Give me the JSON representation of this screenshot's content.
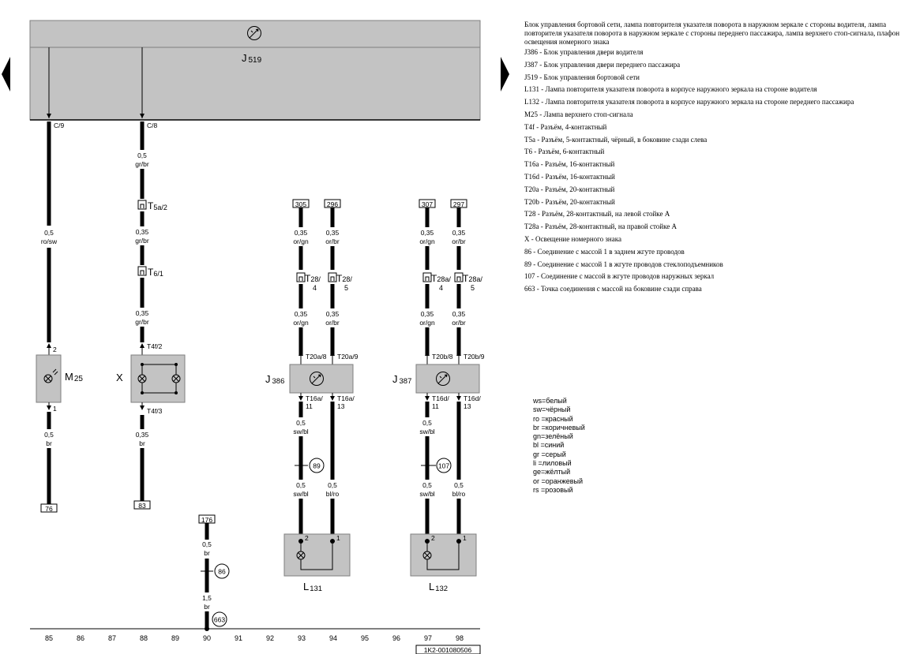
{
  "control_unit": {
    "prefix": "J",
    "num": "519"
  },
  "wires_top": [
    {
      "pin": "C/9",
      "gauge": "0,5",
      "color": "ro/sw"
    },
    {
      "pin": "C/8",
      "gauge": "0,5",
      "color": "gr/br"
    }
  ],
  "m25_circuit": {
    "connector_top": "2",
    "connector_bottom": "1",
    "label": {
      "prefix": "M",
      "num": "25"
    },
    "lower_gauge": "0,5",
    "lower_color": "br",
    "ref": "76"
  },
  "x_circuit": {
    "t5a": {
      "prefix": "T",
      "num": "5a/2"
    },
    "mid_gauge": "0,35",
    "mid_color": "gr/br",
    "t6": {
      "prefix": "T",
      "num": "6/1"
    },
    "low_gauge": "0,35",
    "low_color": "gr/br",
    "pin_top": "T4f/2",
    "label": "X",
    "pin_bottom": "T4f/3",
    "bottom_gauge": "0,35",
    "bottom_color": "br",
    "ref": "83"
  },
  "ground": {
    "ref": "176",
    "gauge1": "0,5",
    "color1": "br",
    "node": "86",
    "gauge2": "1,5",
    "color2": "br",
    "point": "663"
  },
  "door_left": {
    "refs": [
      "305",
      "296"
    ],
    "w1": {
      "gauge": "0,35",
      "color": "or/gn"
    },
    "w2": {
      "gauge": "0,35",
      "color": "or/br"
    },
    "conn1": {
      "prefix": "T",
      "num1": "28/",
      "num2": "4"
    },
    "conn2": {
      "prefix": "T",
      "num1": "28/",
      "num2": "5"
    },
    "w3": {
      "gauge": "0,35",
      "color": "or/gn"
    },
    "w4": {
      "gauge": "0,35",
      "color": "or/br"
    },
    "pin1": "T20a/8",
    "pin2": "T20a/9",
    "unit": {
      "prefix": "J",
      "num": "386"
    },
    "pin3": {
      "a": "T16a/",
      "b": "11"
    },
    "pin4": {
      "a": "T16a/",
      "b": "13"
    },
    "w5": {
      "gauge": "0,5",
      "color": "sw/bl"
    },
    "node": "89",
    "w6": {
      "gauge": "0,5",
      "color": "sw/bl"
    },
    "w7": {
      "gauge": "0,5",
      "color": "bl/ro"
    },
    "lamp_pin1": "2",
    "lamp_pin2": "1",
    "lamp": {
      "prefix": "L",
      "num": "131"
    }
  },
  "door_right": {
    "refs": [
      "307",
      "297"
    ],
    "w1": {
      "gauge": "0,35",
      "color": "or/gn"
    },
    "w2": {
      "gauge": "0,35",
      "color": "or/br"
    },
    "conn1": {
      "prefix": "T",
      "num1": "28a/",
      "num2": "4"
    },
    "conn2": {
      "prefix": "T",
      "num1": "28a/",
      "num2": "5"
    },
    "w3": {
      "gauge": "0,35",
      "color": "or/gn"
    },
    "w4": {
      "gauge": "0,35",
      "color": "or/br"
    },
    "pin1": "T20b/8",
    "pin2": "T20b/9",
    "unit": {
      "prefix": "J",
      "num": "387"
    },
    "pin3": {
      "a": "T16d/",
      "b": "11"
    },
    "pin4": {
      "a": "T16d/",
      "b": "13"
    },
    "w5": {
      "gauge": "0,5",
      "color": "sw/bl"
    },
    "node": "107",
    "w6": {
      "gauge": "0,5",
      "color": "sw/bl"
    },
    "w7": {
      "gauge": "0,5",
      "color": "bl/ro"
    },
    "lamp_pin1": "2",
    "lamp_pin2": "1",
    "lamp": {
      "prefix": "L",
      "num": "132"
    }
  },
  "track": [
    "85",
    "86",
    "87",
    "88",
    "89",
    "90",
    "91",
    "92",
    "93",
    "94",
    "95",
    "96",
    "97",
    "98"
  ],
  "drawing_code": "1K2-001080506",
  "legend": {
    "title": "Блок управления бортовой сети, лампа повторителя указателя поворота в наружном зеркале с стороны водителя, лампа повторителя указателя поворота в наружном зеркале с стороны переднего пассажира, лампа верхнего стоп-сигнала, плафон освещения номерного знака",
    "items": [
      "J386 - Блок управления двери водителя",
      "J387 - Блок управления двери переднего пассажира",
      "J519 - Блок управления бортовой сети",
      "L131 - Лампа повторителя указателя поворота в корпусе наружного зеркала на стороне водителя",
      "L132 - Лампа повторителя указателя поворота в корпусе наружного зеркала на стороне переднего пассажира",
      "M25 - Лампа верхнего стоп-сигнала",
      "T4f - Разъём, 4-контактный",
      "T5a - Разъём, 5-контактный, чёрный, в боковине сзади слева",
      "T6 - Разъём, 6-контактный",
      "T16a - Разъём, 16-контактный",
      "T16d - Разъём, 16-контактный",
      "T20a - Разъём, 20-контактный",
      "T20b - Разъём, 20-контактный",
      "T28 - Разъём, 28-контактный, на левой стойке А",
      "T28a - Разъём, 28-контактный, на правой стойке А",
      "X - Освещение номерного знака",
      "86 - Соединение с массой 1 в заднем жгуте проводов",
      "89 - Соединение с массой 1 в жгуте проводов стеклоподъемников",
      "107 - Соединение с массой в жгуте проводов наружных зеркал",
      "663 - Точка соединения с массой на боковине сзади справа"
    ]
  },
  "color_codes": [
    "ws=белый",
    "sw=чёрный",
    "ro =красный",
    "br =коричневый",
    "gn=зелёный",
    "bl =синий",
    "gr =серый",
    "li =лиловый",
    "ge=жёлтый",
    "or =оранжевый",
    "rs =розовый"
  ],
  "colors": {
    "housing_fill": "#c3c3c3",
    "wire": "#000000"
  }
}
